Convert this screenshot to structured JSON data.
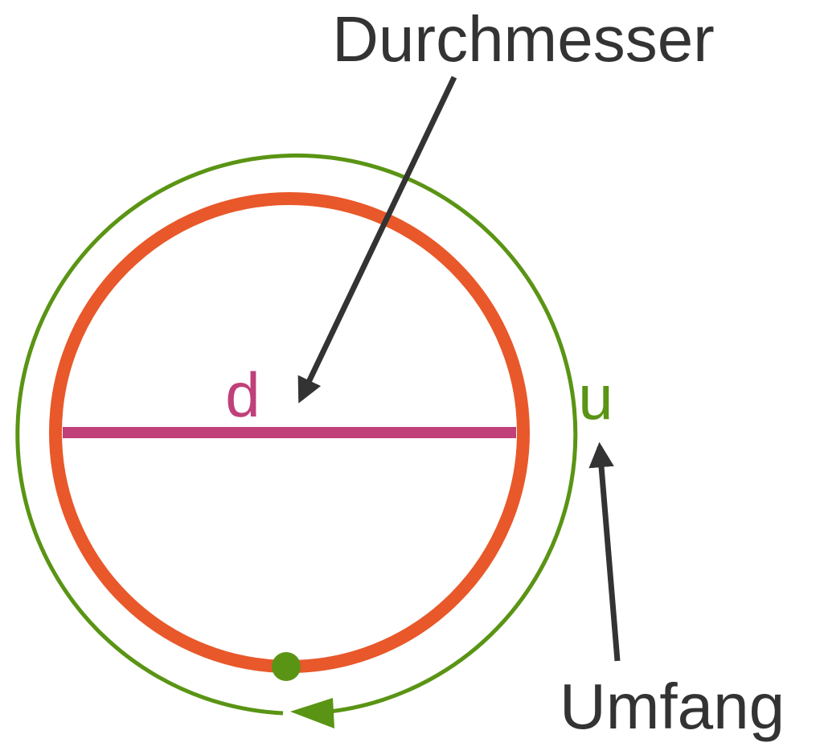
{
  "labels": {
    "durchmesser": "Durchmesser",
    "d": "d",
    "u": "u",
    "umfang": "Umfang"
  },
  "colors": {
    "inner_circle": "#e8582a",
    "outer_arc": "#5a9414",
    "diameter_line": "#c0407a",
    "arrows": "#333333",
    "text_dark": "#333333",
    "d_label": "#c0407a",
    "u_label": "#5a9414",
    "point": "#5a9414",
    "background": "#ffffff"
  }
}
